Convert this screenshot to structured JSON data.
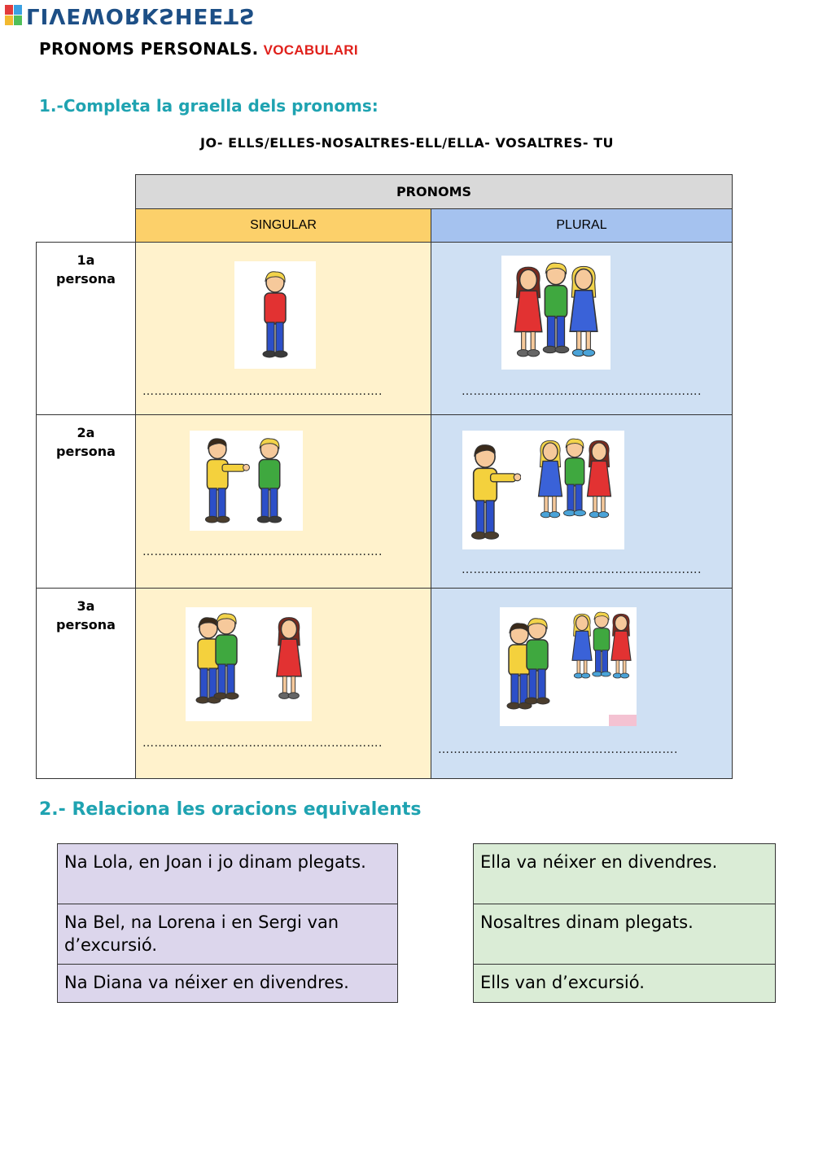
{
  "brand": {
    "name": "LIVEWORKSHEETS"
  },
  "title": {
    "main": "PRONOMS PERSONALS.",
    "sub": "VOCABULARI"
  },
  "exercise1": {
    "heading": "1.-Completa la graella dels pronoms:",
    "word_bank": "JO- ELLS/ELLES-NOSALTRES-ELL/ELLA- VOSALTRES- TU",
    "table": {
      "header": "PRONOMS",
      "col_singular": "SINGULAR",
      "col_plural": "PLURAL",
      "rows": [
        {
          "label_line1": "1a",
          "label_line2": "persona"
        },
        {
          "label_line1": "2a",
          "label_line2": "persona"
        },
        {
          "label_line1": "3a",
          "label_line2": "persona"
        }
      ],
      "blank": "……………………………………………………."
    }
  },
  "exercise2": {
    "heading": "2.- Relaciona les oracions equivalents",
    "left": [
      "Na Lola, en Joan i jo dinam plegats.",
      "Na Bel, na Lorena i en Sergi van d’excursió.",
      "Na Diana va néixer en divendres."
    ],
    "right": [
      "Ella va néixer en divendres.",
      "Nosaltres dinam plegats.",
      "Ells van d’excursió."
    ]
  },
  "colors": {
    "heading_teal": "#1fa3b1",
    "subtitle_red": "#e0201b",
    "singular_header": "#fcd06a",
    "singular_cell": "#fff2cc",
    "plural_header": "#a5c2ef",
    "plural_cell": "#cfe0f3",
    "left_box": "#dcd6ec",
    "right_box": "#daecd6"
  }
}
